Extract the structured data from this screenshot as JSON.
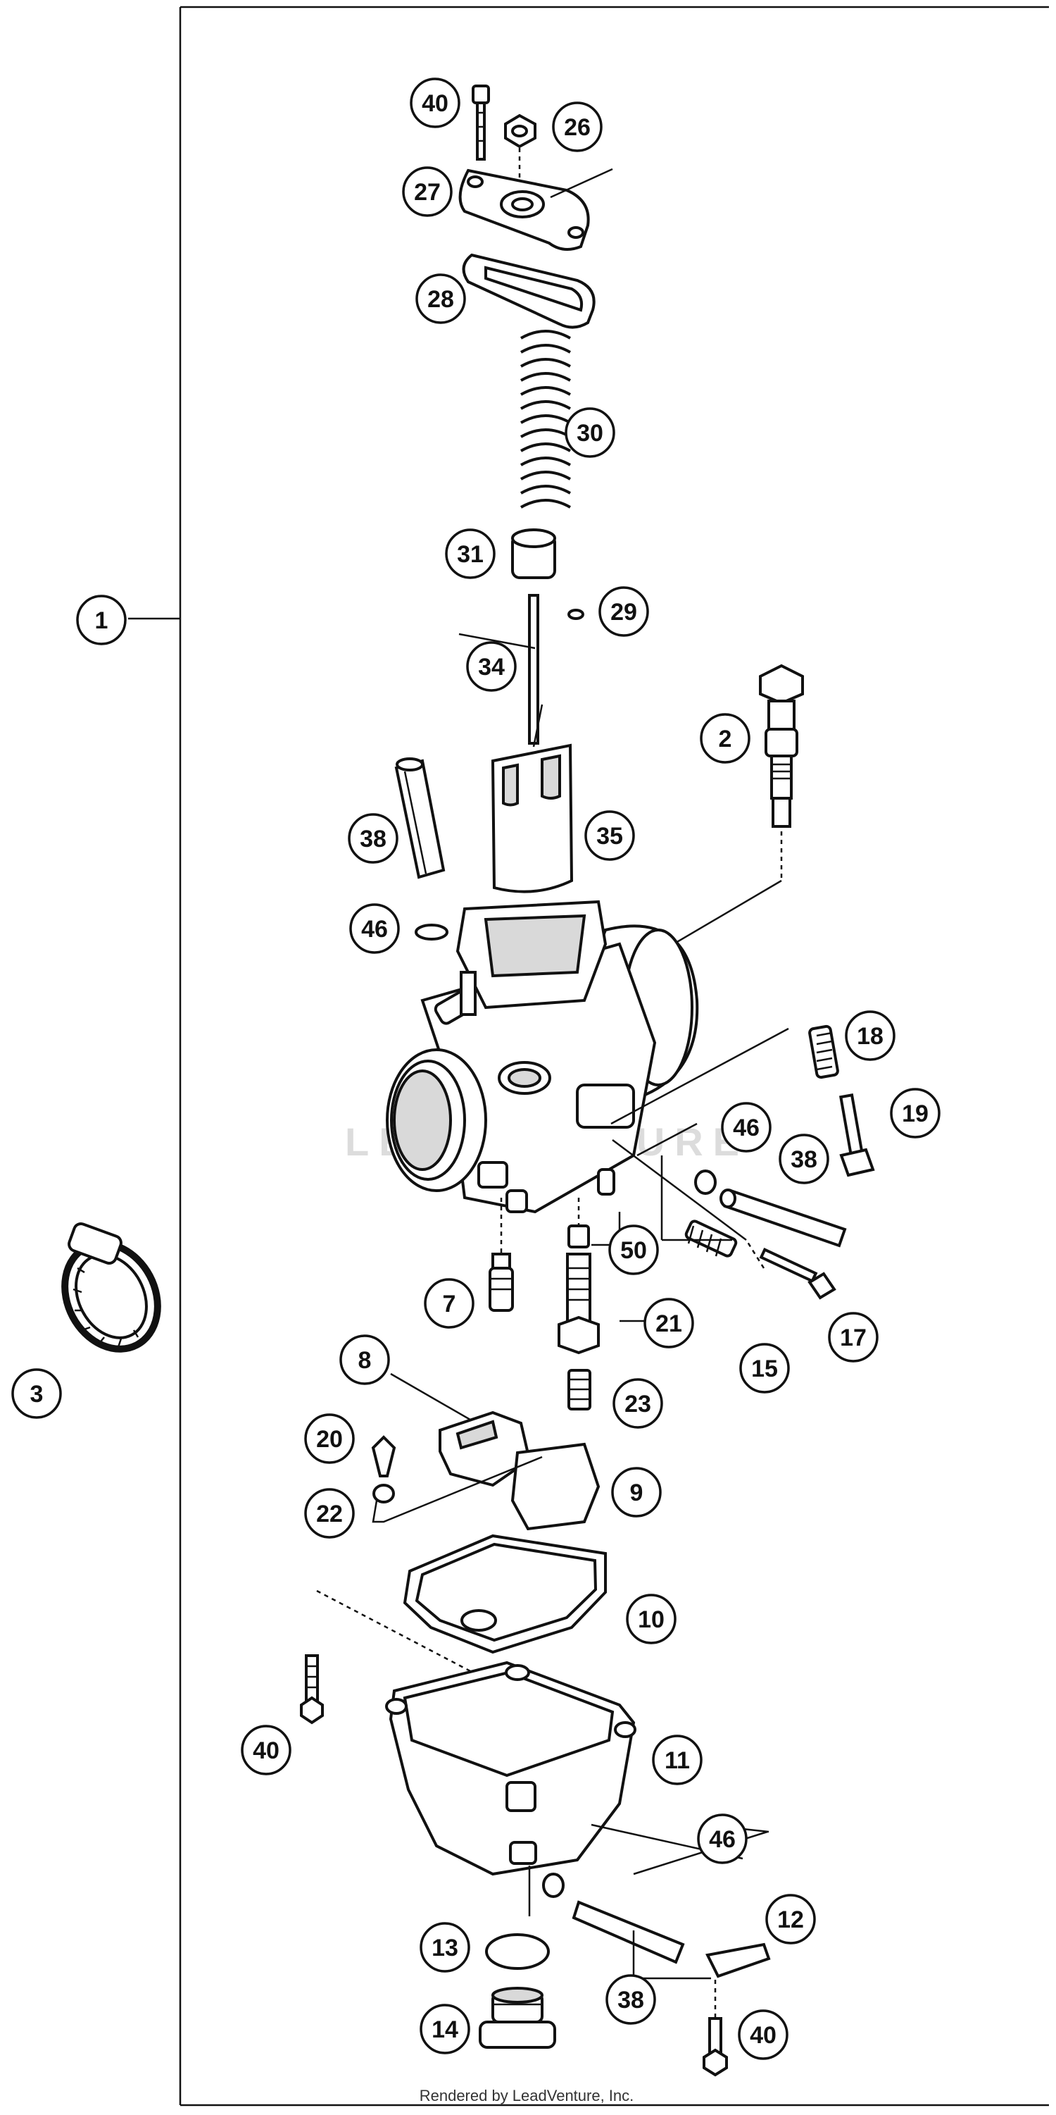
{
  "diagram": {
    "footer": "Rendered by LeadVenture, Inc.",
    "watermark": "LEADVENTURE",
    "callouts": [
      {
        "id": "c1",
        "label": "1"
      },
      {
        "id": "c2",
        "label": "2"
      },
      {
        "id": "c3",
        "label": "3"
      },
      {
        "id": "c7",
        "label": "7"
      },
      {
        "id": "c8",
        "label": "8"
      },
      {
        "id": "c9",
        "label": "9"
      },
      {
        "id": "c10",
        "label": "10"
      },
      {
        "id": "c11",
        "label": "11"
      },
      {
        "id": "c12",
        "label": "12"
      },
      {
        "id": "c13",
        "label": "13"
      },
      {
        "id": "c14",
        "label": "14"
      },
      {
        "id": "c15",
        "label": "15"
      },
      {
        "id": "c17",
        "label": "17"
      },
      {
        "id": "c18",
        "label": "18"
      },
      {
        "id": "c19",
        "label": "19"
      },
      {
        "id": "c20",
        "label": "20"
      },
      {
        "id": "c21",
        "label": "21"
      },
      {
        "id": "c22",
        "label": "22"
      },
      {
        "id": "c23",
        "label": "23"
      },
      {
        "id": "c26",
        "label": "26"
      },
      {
        "id": "c27",
        "label": "27"
      },
      {
        "id": "c28",
        "label": "28"
      },
      {
        "id": "c29",
        "label": "29"
      },
      {
        "id": "c30",
        "label": "30"
      },
      {
        "id": "c31",
        "label": "31"
      },
      {
        "id": "c34",
        "label": "34"
      },
      {
        "id": "c35",
        "label": "35"
      },
      {
        "id": "c38a",
        "label": "38"
      },
      {
        "id": "c38b",
        "label": "38"
      },
      {
        "id": "c38c",
        "label": "38"
      },
      {
        "id": "c40a",
        "label": "40"
      },
      {
        "id": "c40b",
        "label": "40"
      },
      {
        "id": "c40c",
        "label": "40"
      },
      {
        "id": "c46a",
        "label": "46"
      },
      {
        "id": "c46b",
        "label": "46"
      },
      {
        "id": "c46c",
        "label": "46"
      },
      {
        "id": "c50",
        "label": "50"
      }
    ]
  }
}
